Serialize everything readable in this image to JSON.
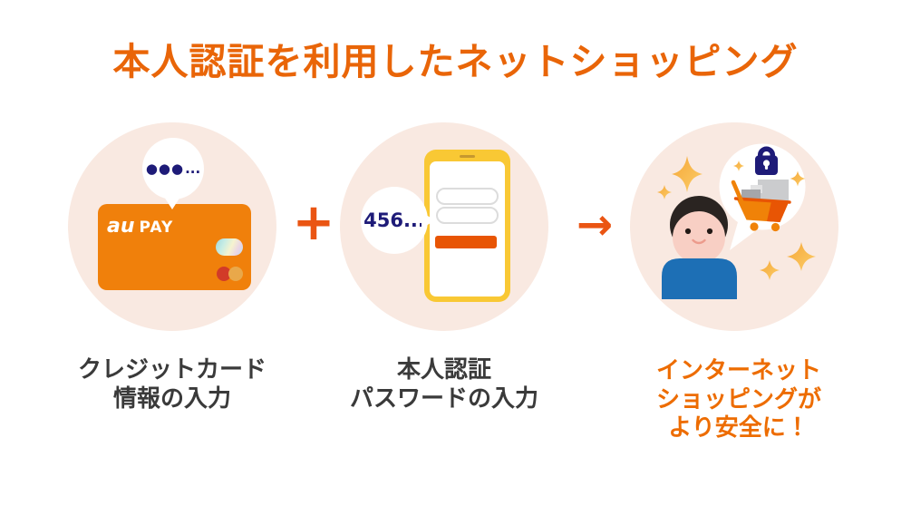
{
  "page": {
    "title": "本人認証を利用したネットショッピング"
  },
  "colors": {
    "title_orange": "#E96508",
    "accent_orange": "#EA5513",
    "caption_dark": "#3A3A3A",
    "caption_orange": "#ED6C00",
    "circle_background": "#F9E9E1",
    "navy": "#1E1B78",
    "card_orange": "#F0800B",
    "phone_yellow": "#F9C834",
    "button_orange": "#E85504",
    "shirt_blue": "#1D6FB5",
    "sparkle_orange": "#F6A637"
  },
  "steps": [
    {
      "name": "credit-card-entry",
      "bubble": {
        "masked_digits": "●●●",
        "ellipsis": "..."
      },
      "card_logo": {
        "script": "au",
        "text": "PAY"
      },
      "caption_lines": [
        "クレジットカード",
        "情報の入力"
      ]
    },
    {
      "name": "verification-password-entry",
      "bubble_text": "456...",
      "caption_lines": [
        "本人認証",
        "パスワードの入力"
      ]
    },
    {
      "name": "safer-shopping-result",
      "caption_lines": [
        "インターネット",
        "ショッピングが",
        "より安全に！"
      ]
    }
  ],
  "operators": {
    "plus": "+",
    "arrow_right": "→"
  }
}
